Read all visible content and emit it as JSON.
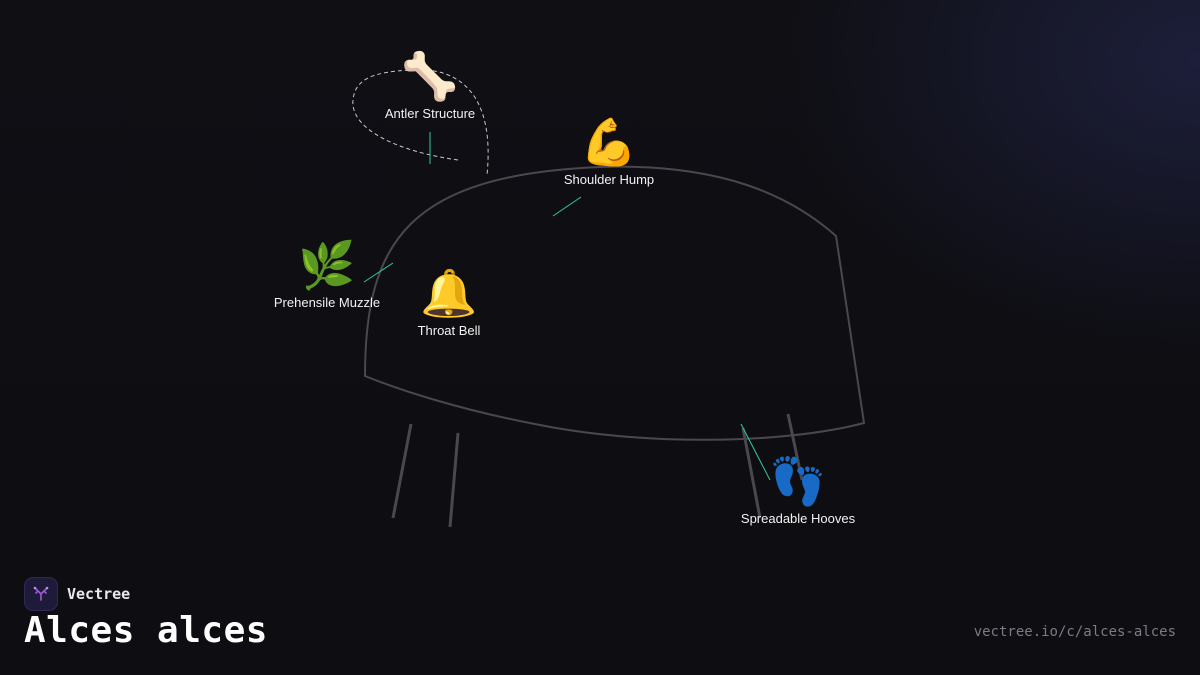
{
  "brand": {
    "name": "Vectree"
  },
  "title": "Alces alces",
  "url": "vectree.io/c/alces-alces",
  "colors": {
    "background": "#0f0f14",
    "outline": "#48484e",
    "leader": "#2fc9a2",
    "accent": "#a259d6"
  },
  "features": [
    {
      "id": "antler-structure",
      "label": "Antler Structure",
      "icon": "bone-icon",
      "glyph": "🦴"
    },
    {
      "id": "shoulder-hump",
      "label": "Shoulder Hump",
      "icon": "flexed-biceps-icon",
      "glyph": "💪"
    },
    {
      "id": "prehensile-muzzle",
      "label": "Prehensile Muzzle",
      "icon": "herb-icon",
      "glyph": "🌿"
    },
    {
      "id": "throat-bell",
      "label": "Throat Bell",
      "icon": "bell-icon",
      "glyph": "🔔"
    },
    {
      "id": "spreadable-hooves",
      "label": "Spreadable Hooves",
      "icon": "footprints-icon",
      "glyph": "👣"
    }
  ]
}
